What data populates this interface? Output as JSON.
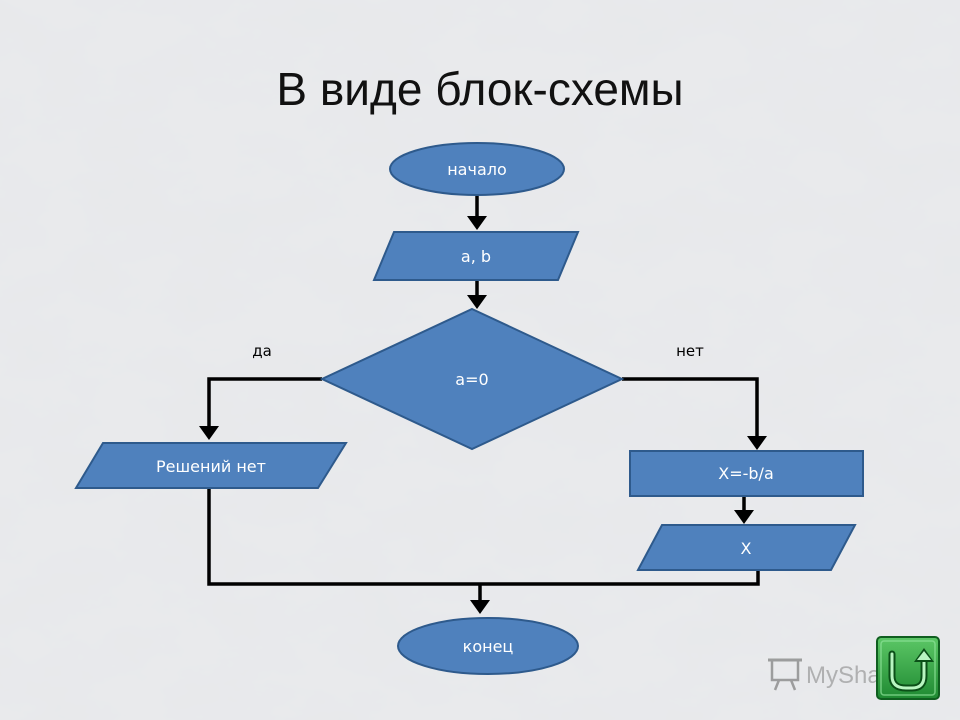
{
  "slide": {
    "title": "В виде блок-схемы"
  },
  "flowchart": {
    "start": "начало",
    "input": "a, b",
    "decision": "a=0",
    "yes_label": "да",
    "no_label": "нет",
    "yes_output": "Решений нет",
    "compute": "X=-b/a",
    "output_x": "X",
    "end": "конец"
  },
  "watermark": {
    "text": "MyShared"
  },
  "colors": {
    "block_fill": "#4f81bd",
    "block_stroke": "#2e5a8c",
    "nav_button": "#2f9e3f"
  },
  "icons": {
    "nav_button": "return-arrow-icon",
    "watermark_logo": "presentation-icon"
  }
}
